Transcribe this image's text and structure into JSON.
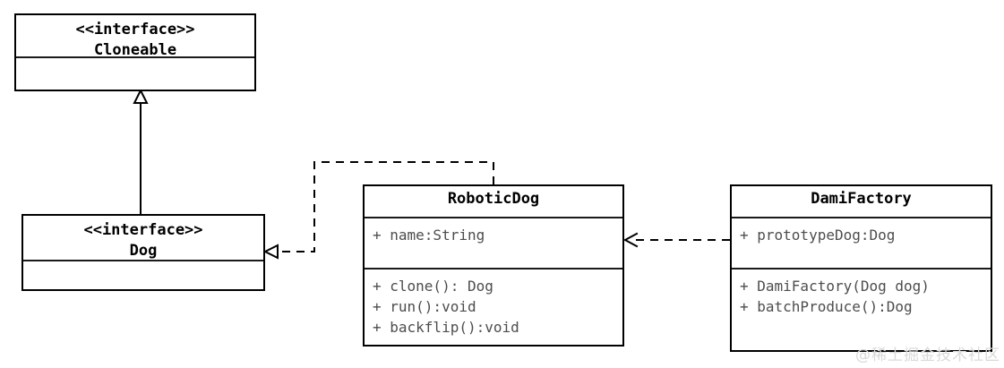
{
  "diagram": {
    "type": "uml-class-diagram",
    "background": "#ffffff",
    "line_color": "#000000",
    "member_text_color": "#4d4d4d"
  },
  "classes": {
    "cloneable": {
      "stereotype": "<<interface>>",
      "name": "Cloneable",
      "members": [],
      "methods": []
    },
    "dog": {
      "stereotype": "<<interface>>",
      "name": "Dog",
      "members": [],
      "methods": []
    },
    "roboticdog": {
      "stereotype": "",
      "name": "RoboticDog",
      "members": [
        "+ name:String"
      ],
      "methods": [
        "+ clone(): Dog",
        "+ run():void",
        "+ backflip():void"
      ]
    },
    "damifactory": {
      "stereotype": "",
      "name": "DamiFactory",
      "members": [
        "+ prototypeDog:Dog"
      ],
      "methods": [
        "+ DamiFactory(Dog dog)",
        "+ batchProduce():Dog"
      ]
    }
  },
  "relations": [
    {
      "id": "dog-implements-cloneable",
      "kind": "generalization",
      "style": "solid",
      "arrowhead": "hollow-triangle",
      "from": "dog",
      "to": "cloneable"
    },
    {
      "id": "roboticdog-realizes-dog",
      "kind": "realization",
      "style": "dashed",
      "arrowhead": "hollow-triangle",
      "from": "roboticdog",
      "to": "dog"
    },
    {
      "id": "damifactory-depends-roboticdog",
      "kind": "dependency",
      "style": "dashed",
      "arrowhead": "open-arrow",
      "from": "damifactory",
      "to": "roboticdog"
    }
  ],
  "watermark": {
    "text": "@稀土掘金技术社区",
    "color": "#d9d9d9"
  }
}
